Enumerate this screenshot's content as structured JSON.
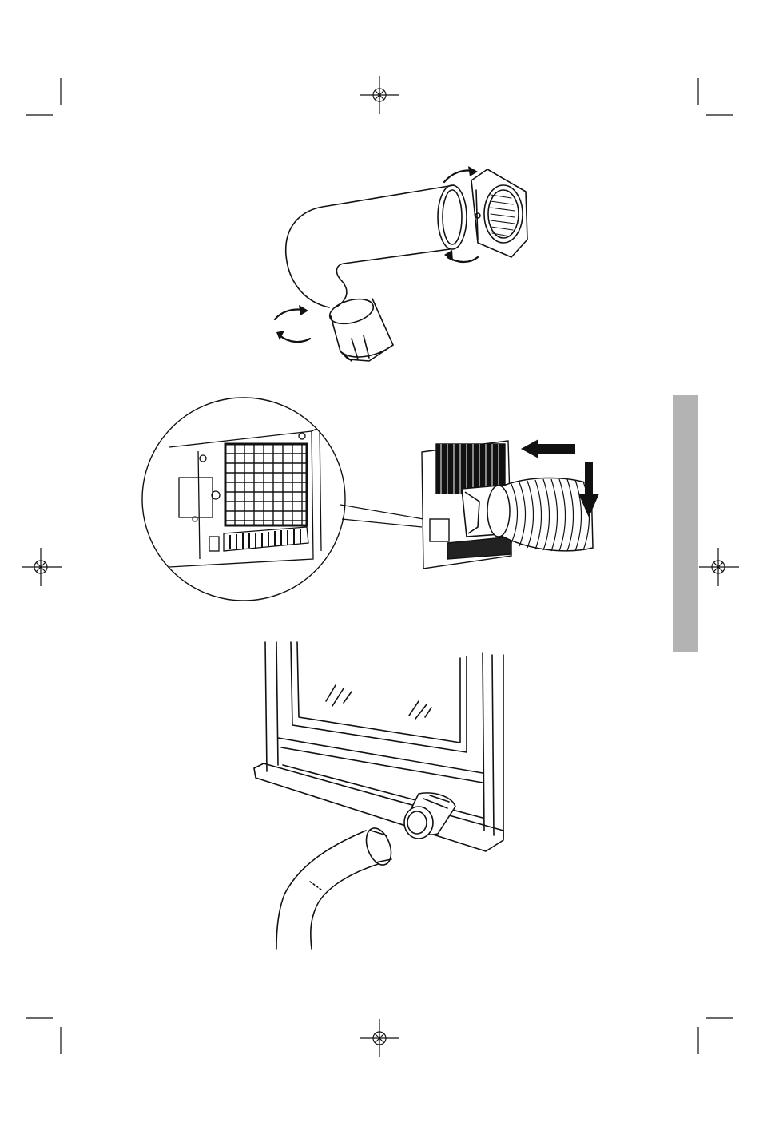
{
  "page": {
    "background": "#ffffff",
    "line_color": "#111111",
    "side_tab_color": "#b3b3b3"
  },
  "illustrations": [
    {
      "id": "hose-assembly",
      "icon": "exhaust-hose-with-adapters-icon"
    },
    {
      "id": "hose-attach-to-unit",
      "icon": "hose-insert-into-rear-grille-icon"
    },
    {
      "id": "window-installation",
      "icon": "window-slider-with-hose-icon"
    }
  ]
}
